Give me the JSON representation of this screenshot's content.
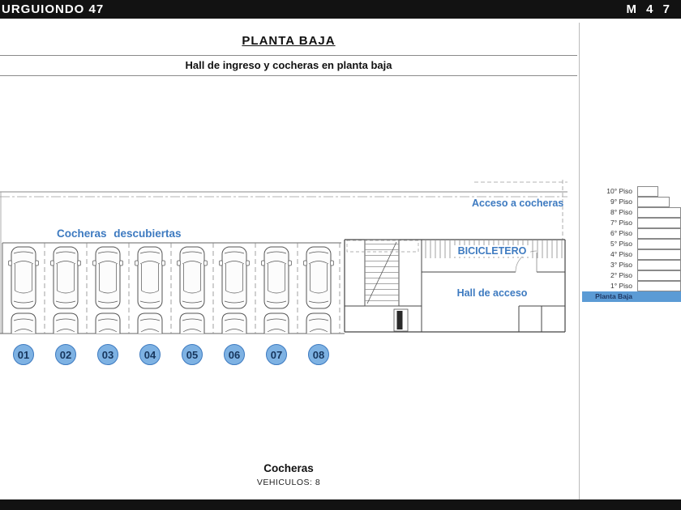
{
  "header": {
    "project_name": "URGUIONDO 47",
    "logo": "M 4 7"
  },
  "plan": {
    "title": "PLANTA BAJA",
    "subtitle": "Hall de ingreso y cocheras en planta baja",
    "labels": {
      "acceso_cocheras": "Acceso a cocheras",
      "cocheras_descubiertas": "Cocheras descubiertas",
      "bicicletero": "BICICLETERO",
      "hall_acceso": "Hall de acceso"
    },
    "parking_spaces": [
      "01",
      "02",
      "03",
      "04",
      "05",
      "06",
      "07",
      "08"
    ]
  },
  "floor_selector": {
    "floors": [
      {
        "label": "10° Piso",
        "active": false
      },
      {
        "label": "9° Piso",
        "active": false
      },
      {
        "label": "8° Piso",
        "active": false
      },
      {
        "label": "7° Piso",
        "active": false
      },
      {
        "label": "6° Piso",
        "active": false
      },
      {
        "label": "5° Piso",
        "active": false
      },
      {
        "label": "4° Piso",
        "active": false
      },
      {
        "label": "3° Piso",
        "active": false
      },
      {
        "label": "2° Piso",
        "active": false
      },
      {
        "label": "1° Piso",
        "active": false
      },
      {
        "label": "Planta Baja",
        "active": true
      }
    ]
  },
  "footer": {
    "title": "Cocheras",
    "vehicles": "VEHICULOS: 8"
  },
  "colors": {
    "accent_blue": "#3d7ac0",
    "circle_fill": "#7eb2e3",
    "active_floor_bg": "#5b9bd5",
    "bar_black": "#121212"
  }
}
